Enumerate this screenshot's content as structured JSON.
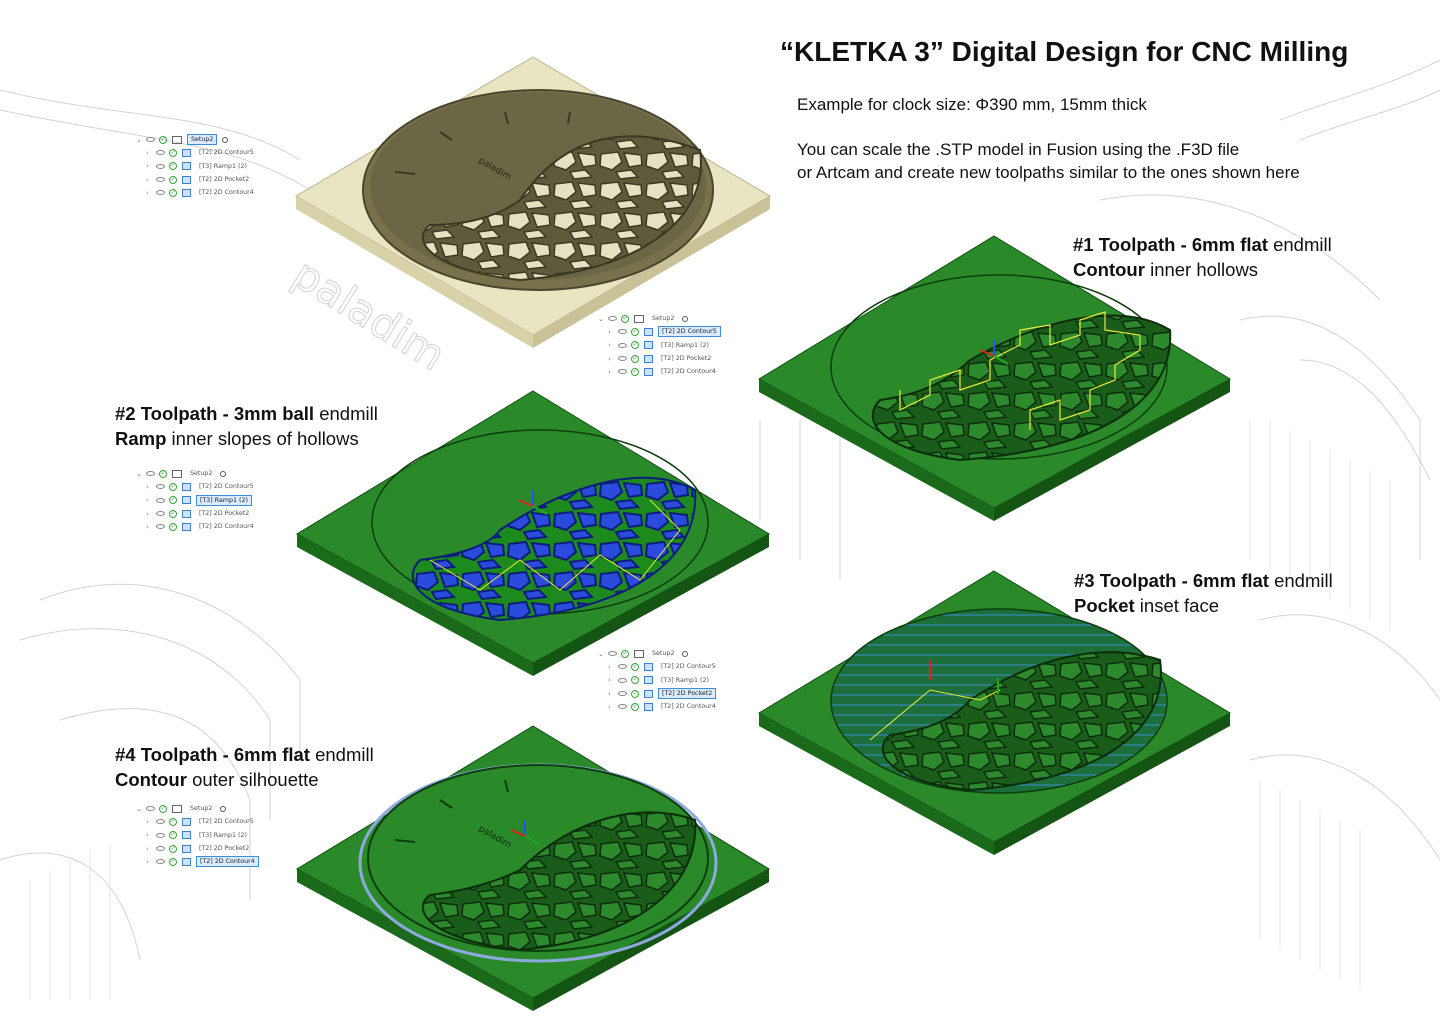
{
  "title": "“KLETKA 3” Digital Design for CNC Milling",
  "intro": {
    "line1": "Example for clock size: Φ390 mm, 15mm thick",
    "line2": "You can scale the .STP model in Fusion using the .F3D file",
    "line3": "or Artcam and create new toolpaths similar to the ones shown here"
  },
  "captions": [
    {
      "prefix": "#1 Toolpath - 6mm flat",
      "suffix": " endmill",
      "op": "Contour",
      "desc": " inner hollows"
    },
    {
      "prefix": "#2 Toolpath - 3mm ball",
      "suffix": " endmill",
      "op": "Ramp",
      "desc": " inner slopes of hollows"
    },
    {
      "prefix": "#3 Toolpath - 6mm flat",
      "suffix": " endmill",
      "op": "Pocket",
      "desc": " inset face"
    },
    {
      "prefix": "#4 Toolpath - 6mm flat",
      "suffix": " endmill",
      "op": "Contour",
      "desc": " outer silhouette"
    }
  ],
  "browser_tree": {
    "setup": "Setup2",
    "ops": [
      "[T2] 2D Contour5",
      "[T3] Ramp1 (2)",
      "[T2] 2D Pocket2",
      "[T2] 2D Contour4"
    ]
  },
  "brand_mark": "paladim",
  "colors": {
    "stock_green": "#1f7a1f",
    "stock_tan": "#e9e4c2",
    "wood": "#6b6645",
    "toolpath_blue": "#1d3fd8",
    "toolpath_yellow": "#e8ea3a"
  },
  "icons": [
    "chevron-right-icon",
    "eye-icon",
    "check-icon",
    "operation-icon",
    "setup-icon",
    "radio-icon",
    "axis-triad-icon"
  ]
}
